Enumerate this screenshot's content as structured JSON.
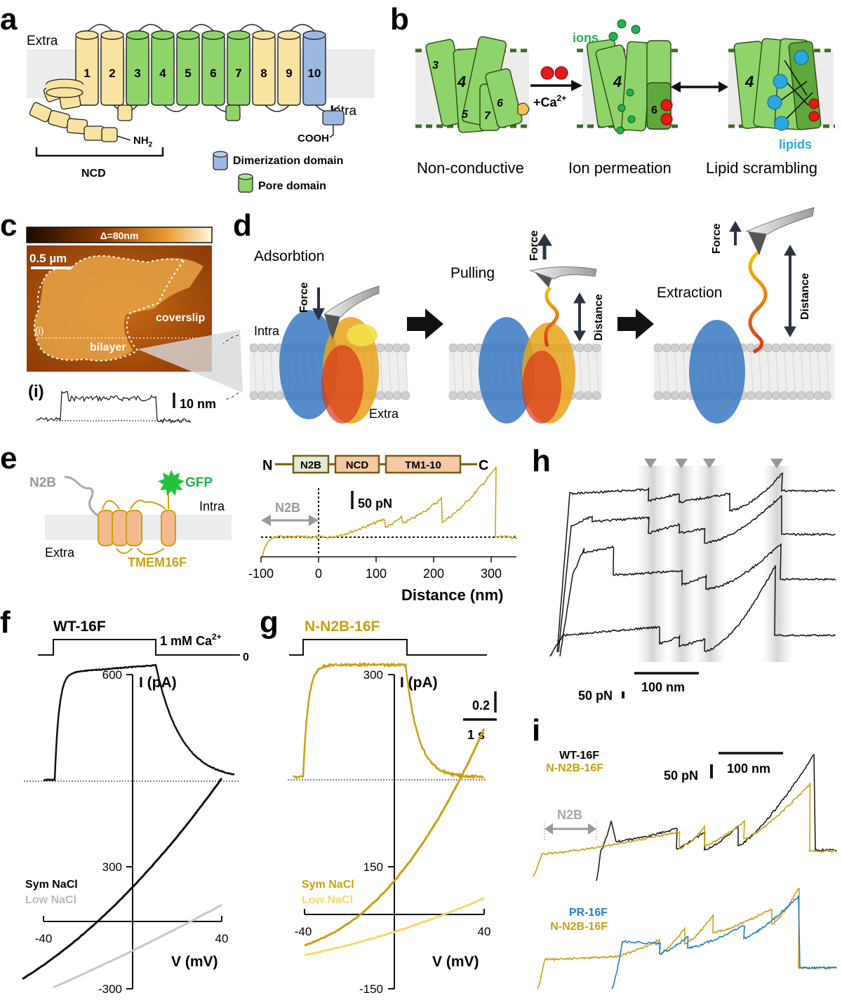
{
  "panels": {
    "a": "a",
    "b": "b",
    "c": "c",
    "d": "d",
    "e": "e",
    "f": "f",
    "g": "g",
    "h": "h",
    "i": "i"
  },
  "colors": {
    "yellow_helix": "#f9e3a1",
    "green_helix": "#8fd46a",
    "blue_helix": "#9db8e0",
    "gold_trace": "#c9a10e",
    "light_gold_trace": "#f8d86a",
    "blue_trace": "#1e7fc8",
    "ion_green": "#22b24c",
    "calcium_red": "#e21a1a",
    "lipid_cyan": "#2aa8e0",
    "membrane_gray": "#e8e8e8"
  },
  "panel_a": {
    "extra": "Extra",
    "intra": "Intra",
    "helices": [
      "1",
      "2",
      "3",
      "4",
      "5",
      "6",
      "7",
      "8",
      "9",
      "10"
    ],
    "nh2": "NH",
    "nh2_sub": "2",
    "cooh": "COOH",
    "ncd": "NCD",
    "legend_dimerization": "Dimerization domain",
    "legend_pore": "Pore domain"
  },
  "panel_b": {
    "ions": "ions",
    "ca": "+Ca",
    "ca_sup": "2+",
    "lipids": "lipids",
    "states": [
      "Non-conductive",
      "Ion permeation",
      "Lipid scrambling"
    ],
    "helix_labels_1": [
      "3",
      "4",
      "5",
      "7",
      "6"
    ],
    "helix_labels_2": [
      "4",
      "6"
    ],
    "helix_labels_3": [
      "4"
    ]
  },
  "panel_c": {
    "colorbar": "Δ=80nm",
    "scale": "0.5 µm",
    "coverslip": "coverslip",
    "bilayer": "bilayer",
    "profile_mark": "(i)",
    "profile_label": "(i)",
    "profile_scale": "10 nm"
  },
  "panel_d": {
    "steps": [
      "Adsorbtion",
      "Pulling",
      "Extraction"
    ],
    "intra": "Intra",
    "extra": "Extra",
    "force": "Force",
    "distance": "Distance"
  },
  "panel_e": {
    "n2b": "N2B",
    "gfp": "GFP",
    "intra": "Intra",
    "extra": "Extra",
    "construct_name": "TMEM16F",
    "construct": [
      "N",
      "N2B",
      "NCD",
      "TM1-10",
      "C"
    ],
    "scale": "50 pN",
    "n2b_span": "N2B",
    "x_ticks": [
      "-100",
      "0",
      "100",
      "200",
      "300"
    ],
    "x_label": "Distance (nm)"
  },
  "panel_f": {
    "title": "WT-16F",
    "stim": "1 mM Ca",
    "stim_sup": "2+",
    "zero": "0",
    "iv_ylabel": "I (pA)",
    "iv_xlabel": "V (mV)",
    "y_ticks": [
      "600",
      "300",
      "-300"
    ],
    "x_ticks": [
      "-40",
      "40"
    ],
    "legend_sym": "Sym NaCl",
    "legend_low": "Low NaCl"
  },
  "panel_g": {
    "title": "N-N2B-16F",
    "scale_v": "0.2",
    "scale_t": "1 s",
    "iv_ylabel": "I (pA)",
    "iv_xlabel": "V (mV)",
    "y_ticks": [
      "300",
      "150",
      "-150"
    ],
    "x_ticks": [
      "-40",
      "40"
    ],
    "legend_sym": "Sym NaCl",
    "legend_low": "Low NaCl"
  },
  "panel_h": {
    "scale_force": "50 pN",
    "scale_dist": "100 nm"
  },
  "panel_i": {
    "legend1_a": "WT-16F",
    "legend1_b": "N-N2B-16F",
    "scale_force": "50 pN",
    "scale_dist": "100 nm",
    "n2b": "N2B",
    "legend2_a": "PR-16F",
    "legend2_b": "N-N2B-16F"
  }
}
